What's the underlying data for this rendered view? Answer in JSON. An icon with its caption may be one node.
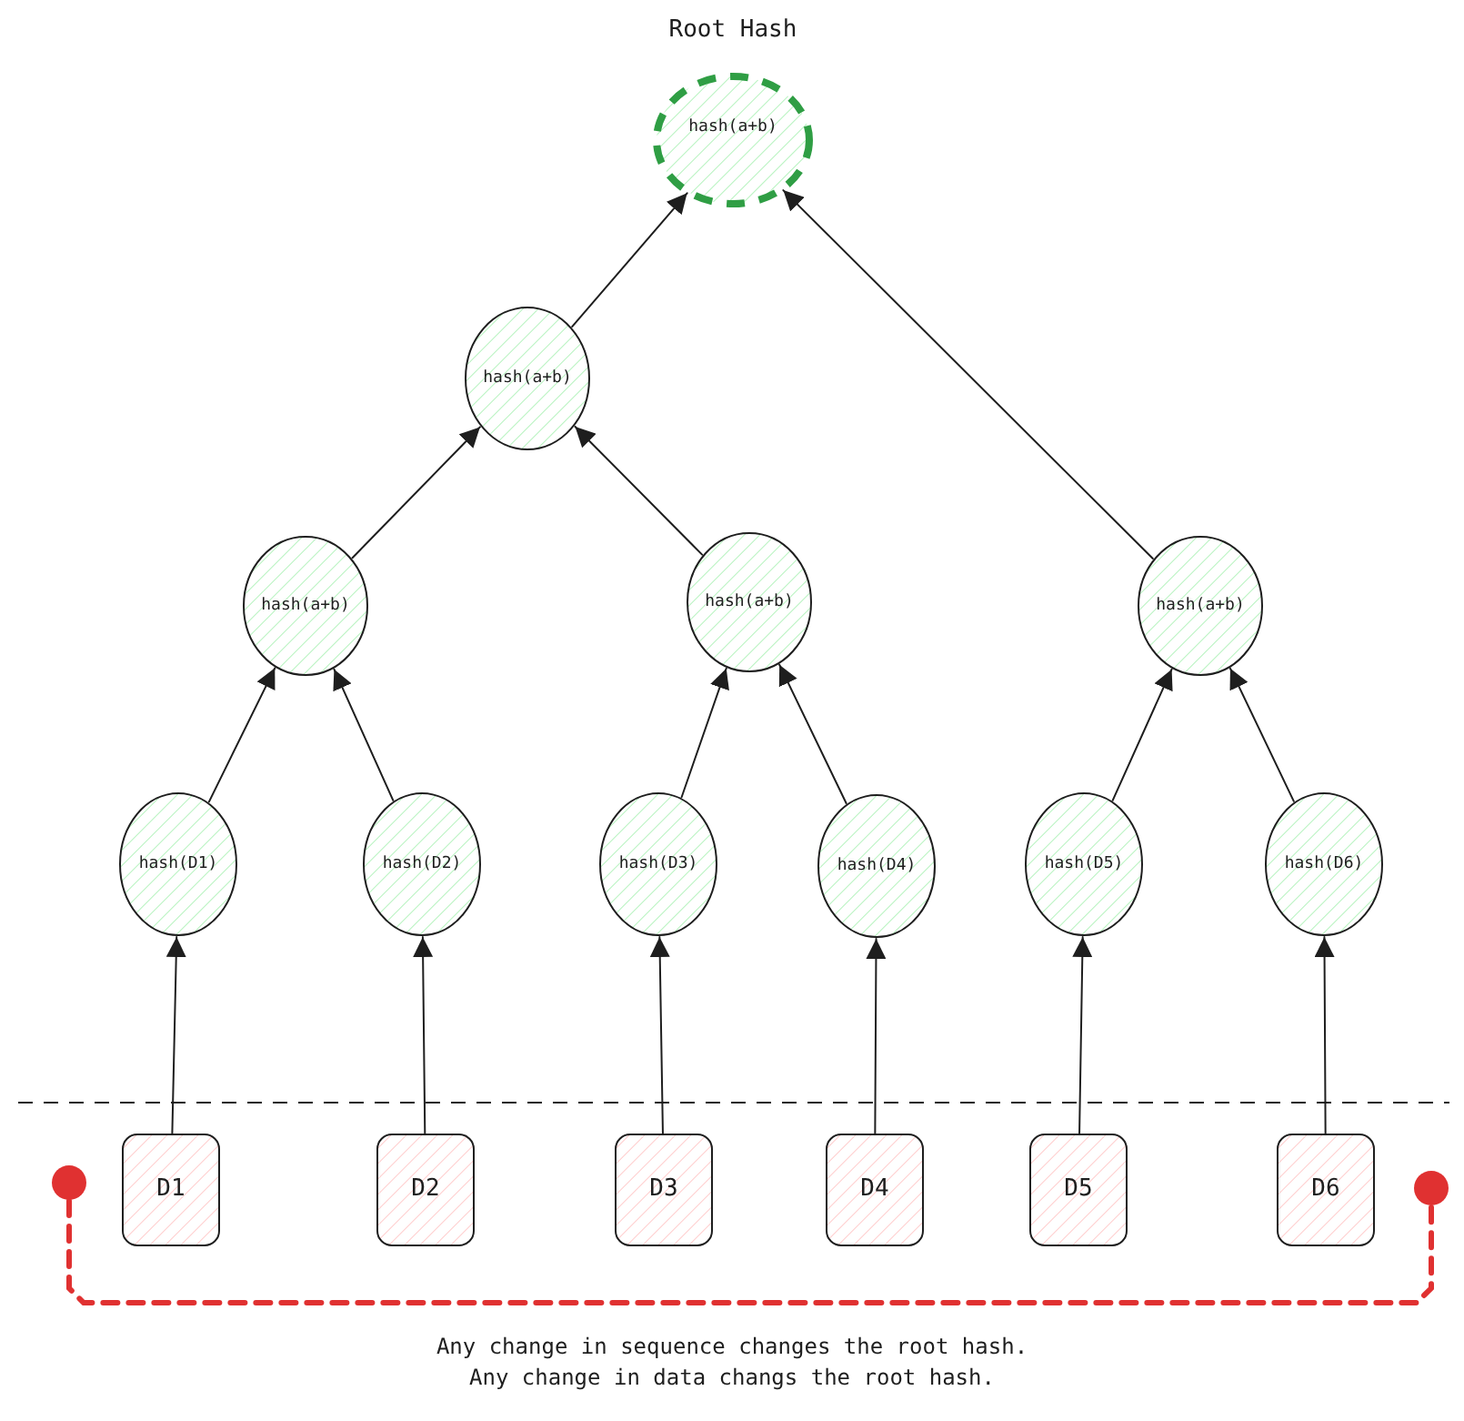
{
  "diagram": {
    "nodes": [
      {
        "text": [
          "Root Hash",
          "hash(a+b)"
        ]
      },
      {
        "text": [
          "hash(a+b)"
        ]
      },
      {
        "text": [
          "hash(a+b)"
        ]
      },
      {
        "text": [
          "hash(a+b)"
        ]
      },
      {
        "text": [
          "hash(a+b)"
        ]
      },
      {
        "text": [
          "hash(D1)"
        ]
      },
      {
        "text": [
          "hash(D2)"
        ]
      },
      {
        "text": [
          "hash(D3)"
        ]
      },
      {
        "text": [
          "hash(D4)"
        ]
      },
      {
        "text": [
          "hash(D5)"
        ]
      },
      {
        "text": [
          "hash(D6)"
        ]
      },
      {
        "text": [
          "D1"
        ]
      },
      {
        "text": [
          "D2"
        ]
      },
      {
        "text": [
          "D3"
        ]
      },
      {
        "text": [
          "D4"
        ]
      },
      {
        "text": [
          "D5"
        ]
      },
      {
        "text": [
          "D6"
        ]
      },
      {
        "text": [],
        "shape": "circle"
      },
      {
        "text": [],
        "shape": "circle"
      }
    ],
    "edges": [
      {
        "from": 1,
        "to": 0,
        "arrow": "to"
      },
      {
        "from": 4,
        "to": 0,
        "arrow": "to"
      },
      {
        "from": 2,
        "to": 1,
        "arrow": "to"
      },
      {
        "from": 3,
        "to": 1,
        "arrow": "to"
      },
      {
        "from": 5,
        "to": 2,
        "arrow": "to"
      },
      {
        "from": 6,
        "to": 2,
        "arrow": "to"
      },
      {
        "from": 7,
        "to": 3,
        "arrow": "to"
      },
      {
        "from": 8,
        "to": 3,
        "arrow": "to"
      },
      {
        "from": 9,
        "to": 4,
        "arrow": "to"
      },
      {
        "from": 10,
        "to": 4,
        "arrow": "to"
      },
      {
        "from": 11,
        "to": 5,
        "arrow": "to"
      },
      {
        "from": 12,
        "to": 6,
        "arrow": "to"
      },
      {
        "from": 13,
        "to": 7,
        "arrow": "to"
      },
      {
        "from": 14,
        "to": 8,
        "arrow": "to"
      },
      {
        "from": 15,
        "to": 9,
        "arrow": "to"
      },
      {
        "from": 16,
        "to": 10,
        "arrow": "to"
      },
      {
        "from": 17,
        "to": 18,
        "arrow": "none",
        "style": "dashed",
        "color": "#e03131"
      }
    ],
    "labels": [
      "Any change in sequence changes the root hash.",
      "Any change in data changs the root hash."
    ]
  }
}
